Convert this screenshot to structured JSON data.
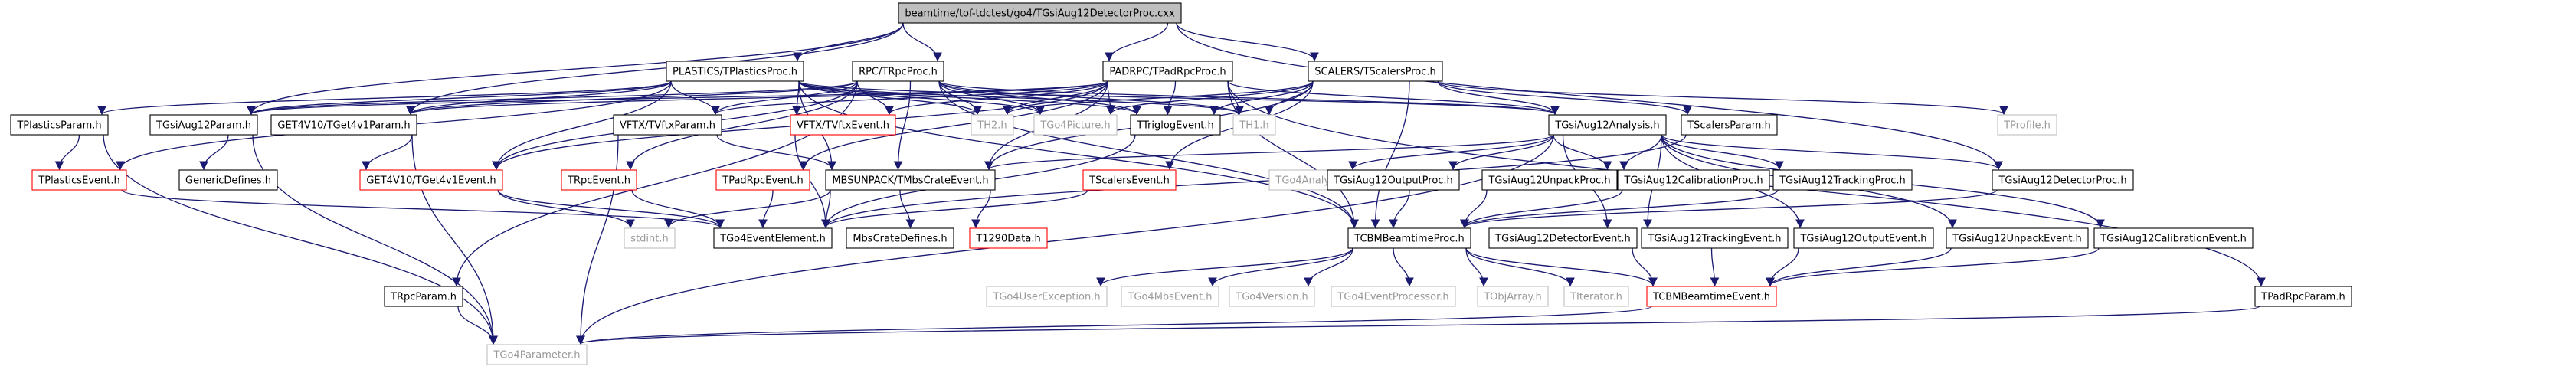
{
  "graph": {
    "root": "n_root",
    "style": {
      "edge_color": "#191970",
      "node_fill": "#ffffff",
      "root_fill": "#bfbfbf",
      "border_normal": "#000000",
      "border_missing": "#ff0000",
      "border_external": "#bfbfbf",
      "text_normal": "#000000",
      "text_external": "#999999"
    },
    "nodes": [
      {
        "id": "n_root",
        "label": "beamtime/tof-tdctest/go4/TGsiAug12DetectorProc.cxx",
        "kind": "root"
      },
      {
        "id": "n_plastics_proc",
        "label": "PLASTICS/TPlasticsProc.h",
        "kind": "normal"
      },
      {
        "id": "n_rpc_proc",
        "label": "RPC/TRpcProc.h",
        "kind": "normal"
      },
      {
        "id": "n_padrpc_proc",
        "label": "PADRPC/TPadRpcProc.h",
        "kind": "normal"
      },
      {
        "id": "n_scalers_proc",
        "label": "SCALERS/TScalersProc.h",
        "kind": "normal"
      },
      {
        "id": "n_plastics_param",
        "label": "TPlasticsParam.h",
        "kind": "normal"
      },
      {
        "id": "n_plastics_event",
        "label": "TPlasticsEvent.h",
        "kind": "missing"
      },
      {
        "id": "n_aug_param",
        "label": "TGsiAug12Param.h",
        "kind": "normal"
      },
      {
        "id": "n_generic",
        "label": "GenericDefines.h",
        "kind": "normal"
      },
      {
        "id": "n_get4_param",
        "label": "GET4V10/TGet4v1Param.h",
        "kind": "normal"
      },
      {
        "id": "n_get4_event",
        "label": "GET4V10/TGet4v1Event.h",
        "kind": "missing"
      },
      {
        "id": "n_rpc_event",
        "label": "TRpcEvent.h",
        "kind": "missing"
      },
      {
        "id": "n_vftx_param",
        "label": "VFTX/TVftxParam.h",
        "kind": "normal"
      },
      {
        "id": "n_vftx_event",
        "label": "VFTX/TVftxEvent.h",
        "kind": "missing"
      },
      {
        "id": "n_th2",
        "label": "TH2.h",
        "kind": "external"
      },
      {
        "id": "n_go4picture",
        "label": "TGo4Picture.h",
        "kind": "external"
      },
      {
        "id": "n_triglog",
        "label": "TTriglogEvent.h",
        "kind": "normal"
      },
      {
        "id": "n_th1",
        "label": "TH1.h",
        "kind": "external"
      },
      {
        "id": "n_analysis",
        "label": "TGsiAug12Analysis.h",
        "kind": "normal"
      },
      {
        "id": "n_scalers_param",
        "label": "TScalersParam.h",
        "kind": "normal"
      },
      {
        "id": "n_tprofile",
        "label": "TProfile.h",
        "kind": "external"
      },
      {
        "id": "n_padrpc_event",
        "label": "TPadRpcEvent.h",
        "kind": "missing"
      },
      {
        "id": "n_mbs",
        "label": "MBSUNPACK/TMbsCrateEvent.h",
        "kind": "normal"
      },
      {
        "id": "n_scalers_event",
        "label": "TScalersEvent.h",
        "kind": "missing"
      },
      {
        "id": "n_go4analysis",
        "label": "TGo4Analysis.h",
        "kind": "external"
      },
      {
        "id": "n_output_proc",
        "label": "TGsiAug12OutputProc.h",
        "kind": "normal"
      },
      {
        "id": "n_unpack_proc",
        "label": "TGsiAug12UnpackProc.h",
        "kind": "normal"
      },
      {
        "id": "n_calib_proc",
        "label": "TGsiAug12CalibrationProc.h",
        "kind": "normal"
      },
      {
        "id": "n_tracking_proc",
        "label": "TGsiAug12TrackingProc.h",
        "kind": "normal"
      },
      {
        "id": "n_detector_proc",
        "label": "TGsiAug12DetectorProc.h",
        "kind": "normal"
      },
      {
        "id": "n_stdint",
        "label": "stdint.h",
        "kind": "external"
      },
      {
        "id": "n_go4eventelement",
        "label": "TGo4EventElement.h",
        "kind": "normal"
      },
      {
        "id": "n_mbscratedefines",
        "label": "MbsCrateDefines.h",
        "kind": "normal"
      },
      {
        "id": "n_t1290",
        "label": "T1290Data.h",
        "kind": "missing"
      },
      {
        "id": "n_cbmproc",
        "label": "TCBMBeamtimeProc.h",
        "kind": "normal"
      },
      {
        "id": "n_det_event",
        "label": "TGsiAug12DetectorEvent.h",
        "kind": "normal"
      },
      {
        "id": "n_track_event",
        "label": "TGsiAug12TrackingEvent.h",
        "kind": "normal"
      },
      {
        "id": "n_output_event",
        "label": "TGsiAug12OutputEvent.h",
        "kind": "normal"
      },
      {
        "id": "n_unpack_event",
        "label": "TGsiAug12UnpackEvent.h",
        "kind": "normal"
      },
      {
        "id": "n_calib_event",
        "label": "TGsiAug12CalibrationEvent.h",
        "kind": "normal"
      },
      {
        "id": "n_rpc_param",
        "label": "TRpcParam.h",
        "kind": "normal"
      },
      {
        "id": "n_userexc",
        "label": "TGo4UserException.h",
        "kind": "external"
      },
      {
        "id": "n_mbsevent",
        "label": "TGo4MbsEvent.h",
        "kind": "external"
      },
      {
        "id": "n_version",
        "label": "TGo4Version.h",
        "kind": "external"
      },
      {
        "id": "n_eventproc",
        "label": "TGo4EventProcessor.h",
        "kind": "external"
      },
      {
        "id": "n_objarray",
        "label": "TObjArray.h",
        "kind": "external"
      },
      {
        "id": "n_titerator",
        "label": "TIterator.h",
        "kind": "external"
      },
      {
        "id": "n_cbmevent",
        "label": "TCBMBeamtimeEvent.h",
        "kind": "missing"
      },
      {
        "id": "n_padrpc_param",
        "label": "TPadRpcParam.h",
        "kind": "normal"
      },
      {
        "id": "n_go4param",
        "label": "TGo4Parameter.h",
        "kind": "external"
      }
    ],
    "edges": [
      [
        "n_root",
        "n_plastics_proc"
      ],
      [
        "n_root",
        "n_rpc_proc"
      ],
      [
        "n_root",
        "n_padrpc_proc"
      ],
      [
        "n_root",
        "n_scalers_proc"
      ],
      [
        "n_root",
        "n_aug_param"
      ],
      [
        "n_root",
        "n_get4_param"
      ],
      [
        "n_root",
        "n_detector_proc"
      ],
      [
        "n_plastics_proc",
        "n_plastics_param"
      ],
      [
        "n_plastics_proc",
        "n_plastics_event"
      ],
      [
        "n_plastics_proc",
        "n_aug_param"
      ],
      [
        "n_plastics_proc",
        "n_get4_param"
      ],
      [
        "n_plastics_proc",
        "n_get4_event"
      ],
      [
        "n_plastics_proc",
        "n_vftx_param"
      ],
      [
        "n_plastics_proc",
        "n_vftx_event"
      ],
      [
        "n_plastics_proc",
        "n_th2"
      ],
      [
        "n_plastics_proc",
        "n_go4picture"
      ],
      [
        "n_plastics_proc",
        "n_triglog"
      ],
      [
        "n_plastics_proc",
        "n_th1"
      ],
      [
        "n_plastics_proc",
        "n_analysis"
      ],
      [
        "n_plastics_proc",
        "n_mbs"
      ],
      [
        "n_plastics_proc",
        "n_cbmproc"
      ],
      [
        "n_rpc_proc",
        "n_aug_param"
      ],
      [
        "n_rpc_proc",
        "n_get4_param"
      ],
      [
        "n_rpc_proc",
        "n_get4_event"
      ],
      [
        "n_rpc_proc",
        "n_rpc_event"
      ],
      [
        "n_rpc_proc",
        "n_vftx_param"
      ],
      [
        "n_rpc_proc",
        "n_vftx_event"
      ],
      [
        "n_rpc_proc",
        "n_th2"
      ],
      [
        "n_rpc_proc",
        "n_go4picture"
      ],
      [
        "n_rpc_proc",
        "n_triglog"
      ],
      [
        "n_rpc_proc",
        "n_th1"
      ],
      [
        "n_rpc_proc",
        "n_analysis"
      ],
      [
        "n_rpc_proc",
        "n_mbs"
      ],
      [
        "n_rpc_proc",
        "n_rpc_param"
      ],
      [
        "n_rpc_proc",
        "n_cbmproc"
      ],
      [
        "n_padrpc_proc",
        "n_aug_param"
      ],
      [
        "n_padrpc_proc",
        "n_get4_param"
      ],
      [
        "n_padrpc_proc",
        "n_get4_event"
      ],
      [
        "n_padrpc_proc",
        "n_padrpc_event"
      ],
      [
        "n_padrpc_proc",
        "n_vftx_param"
      ],
      [
        "n_padrpc_proc",
        "n_vftx_event"
      ],
      [
        "n_padrpc_proc",
        "n_th2"
      ],
      [
        "n_padrpc_proc",
        "n_go4picture"
      ],
      [
        "n_padrpc_proc",
        "n_triglog"
      ],
      [
        "n_padrpc_proc",
        "n_th1"
      ],
      [
        "n_padrpc_proc",
        "n_analysis"
      ],
      [
        "n_padrpc_proc",
        "n_mbs"
      ],
      [
        "n_padrpc_proc",
        "n_padrpc_param"
      ],
      [
        "n_padrpc_proc",
        "n_cbmproc"
      ],
      [
        "n_scalers_proc",
        "n_th2"
      ],
      [
        "n_scalers_proc",
        "n_go4picture"
      ],
      [
        "n_scalers_proc",
        "n_triglog"
      ],
      [
        "n_scalers_proc",
        "n_th1"
      ],
      [
        "n_scalers_proc",
        "n_analysis"
      ],
      [
        "n_scalers_proc",
        "n_scalers_param"
      ],
      [
        "n_scalers_proc",
        "n_tprofile"
      ],
      [
        "n_scalers_proc",
        "n_scalers_event"
      ],
      [
        "n_scalers_proc",
        "n_mbs"
      ],
      [
        "n_scalers_proc",
        "n_cbmproc"
      ],
      [
        "n_plastics_param",
        "n_plastics_event"
      ],
      [
        "n_plastics_param",
        "n_go4param"
      ],
      [
        "n_plastics_event",
        "n_go4eventelement"
      ],
      [
        "n_aug_param",
        "n_generic"
      ],
      [
        "n_aug_param",
        "n_go4param"
      ],
      [
        "n_get4_param",
        "n_get4_event"
      ],
      [
        "n_get4_param",
        "n_go4param"
      ],
      [
        "n_get4_event",
        "n_stdint"
      ],
      [
        "n_get4_event",
        "n_go4eventelement"
      ],
      [
        "n_rpc_event",
        "n_go4eventelement"
      ],
      [
        "n_vftx_param",
        "n_mbs"
      ],
      [
        "n_vftx_param",
        "n_go4param"
      ],
      [
        "n_vftx_event",
        "n_go4eventelement"
      ],
      [
        "n_triglog",
        "n_go4eventelement"
      ],
      [
        "n_analysis",
        "n_go4analysis"
      ],
      [
        "n_analysis",
        "n_output_proc"
      ],
      [
        "n_analysis",
        "n_unpack_proc"
      ],
      [
        "n_analysis",
        "n_calib_proc"
      ],
      [
        "n_analysis",
        "n_tracking_proc"
      ],
      [
        "n_analysis",
        "n_detector_proc"
      ],
      [
        "n_analysis",
        "n_mbs"
      ],
      [
        "n_analysis",
        "n_det_event"
      ],
      [
        "n_analysis",
        "n_track_event"
      ],
      [
        "n_analysis",
        "n_output_event"
      ],
      [
        "n_analysis",
        "n_unpack_event"
      ],
      [
        "n_analysis",
        "n_calib_event"
      ],
      [
        "n_analysis",
        "n_go4param"
      ],
      [
        "n_scalers_param",
        "n_go4eventelement"
      ],
      [
        "n_padrpc_event",
        "n_go4eventelement"
      ],
      [
        "n_mbs",
        "n_stdint"
      ],
      [
        "n_mbs",
        "n_go4eventelement"
      ],
      [
        "n_mbs",
        "n_mbscratedefines"
      ],
      [
        "n_mbs",
        "n_t1290"
      ],
      [
        "n_scalers_event",
        "n_go4eventelement"
      ],
      [
        "n_output_proc",
        "n_cbmproc"
      ],
      [
        "n_unpack_proc",
        "n_cbmproc"
      ],
      [
        "n_calib_proc",
        "n_cbmproc"
      ],
      [
        "n_tracking_proc",
        "n_cbmproc"
      ],
      [
        "n_detector_proc",
        "n_cbmproc"
      ],
      [
        "n_cbmproc",
        "n_userexc"
      ],
      [
        "n_cbmproc",
        "n_mbsevent"
      ],
      [
        "n_cbmproc",
        "n_version"
      ],
      [
        "n_cbmproc",
        "n_eventproc"
      ],
      [
        "n_cbmproc",
        "n_objarray"
      ],
      [
        "n_cbmproc",
        "n_titerator"
      ],
      [
        "n_cbmproc",
        "n_cbmevent"
      ],
      [
        "n_det_event",
        "n_cbmevent"
      ],
      [
        "n_track_event",
        "n_cbmevent"
      ],
      [
        "n_output_event",
        "n_cbmevent"
      ],
      [
        "n_unpack_event",
        "n_cbmevent"
      ],
      [
        "n_calib_event",
        "n_cbmevent"
      ],
      [
        "n_rpc_param",
        "n_go4param"
      ],
      [
        "n_padrpc_param",
        "n_go4param"
      ],
      [
        "n_cbmevent",
        "n_go4param"
      ]
    ]
  }
}
